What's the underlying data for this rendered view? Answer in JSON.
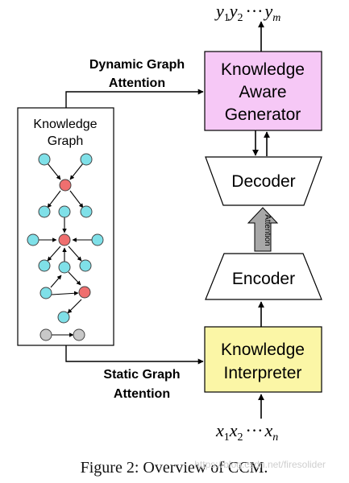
{
  "output_sequence": {
    "y": "y",
    "s1": "1",
    "y2": "y",
    "s2": "2",
    "dots": "···",
    "ym": "y",
    "sm": "m"
  },
  "input_sequence": {
    "x": "x",
    "s1": "1",
    "x2": "x",
    "s2": "2",
    "dots": "···",
    "xn": "x",
    "sn": "n"
  },
  "knowledge_graph": {
    "title_line1": "Knowledge",
    "title_line2": "Graph",
    "node_colors": {
      "entity": "#7fe0e8",
      "center": "#ef6f6f",
      "inactive": "#c8c8c8"
    }
  },
  "dynamic_attention": {
    "line1": "Dynamic Graph",
    "line2": "Attention"
  },
  "static_attention": {
    "line1": "Static Graph",
    "line2": "Attention"
  },
  "generator": {
    "line1": "Knowledge",
    "line2": "Aware",
    "line3": "Generator",
    "fill": "#f6c8f6"
  },
  "decoder": {
    "label": "Decoder"
  },
  "attention_arrow": {
    "label": "Attention",
    "fill": "#a8a8a8"
  },
  "encoder": {
    "label": "Encoder"
  },
  "interpreter": {
    "line1": "Knowledge",
    "line2": "Interpreter",
    "fill": "#fbf6a6"
  },
  "caption": {
    "text": "Figure 2: Overview of CCM."
  },
  "watermark": {
    "text": "https://blog.csdn.net/firesolider"
  }
}
